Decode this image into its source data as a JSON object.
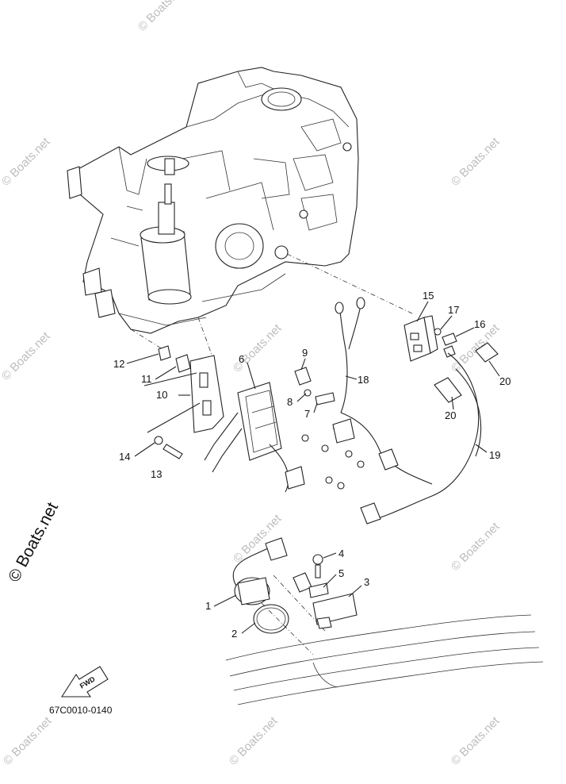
{
  "callouts": [
    {
      "id": "c1",
      "text": "1"
    },
    {
      "id": "c2",
      "text": "2"
    },
    {
      "id": "c3",
      "text": "3"
    },
    {
      "id": "c4",
      "text": "4"
    },
    {
      "id": "c5",
      "text": "5"
    },
    {
      "id": "c6",
      "text": "6"
    },
    {
      "id": "c7",
      "text": "7"
    },
    {
      "id": "c8",
      "text": "8"
    },
    {
      "id": "c9",
      "text": "9"
    },
    {
      "id": "c10",
      "text": "10"
    },
    {
      "id": "c11",
      "text": "11"
    },
    {
      "id": "c12",
      "text": "12"
    },
    {
      "id": "c13",
      "text": "13"
    },
    {
      "id": "c14",
      "text": "14"
    },
    {
      "id": "c15",
      "text": "15"
    },
    {
      "id": "c16",
      "text": "16"
    },
    {
      "id": "c17",
      "text": "17"
    },
    {
      "id": "c18",
      "text": "18"
    },
    {
      "id": "c19",
      "text": "19"
    },
    {
      "id": "c20a",
      "text": "20"
    },
    {
      "id": "c20b",
      "text": "20"
    }
  ],
  "diagram_code": "67C0010-0140",
  "fwd_label": "FWD",
  "watermark": "© Boats.net",
  "side_watermark": "© Boats.net"
}
